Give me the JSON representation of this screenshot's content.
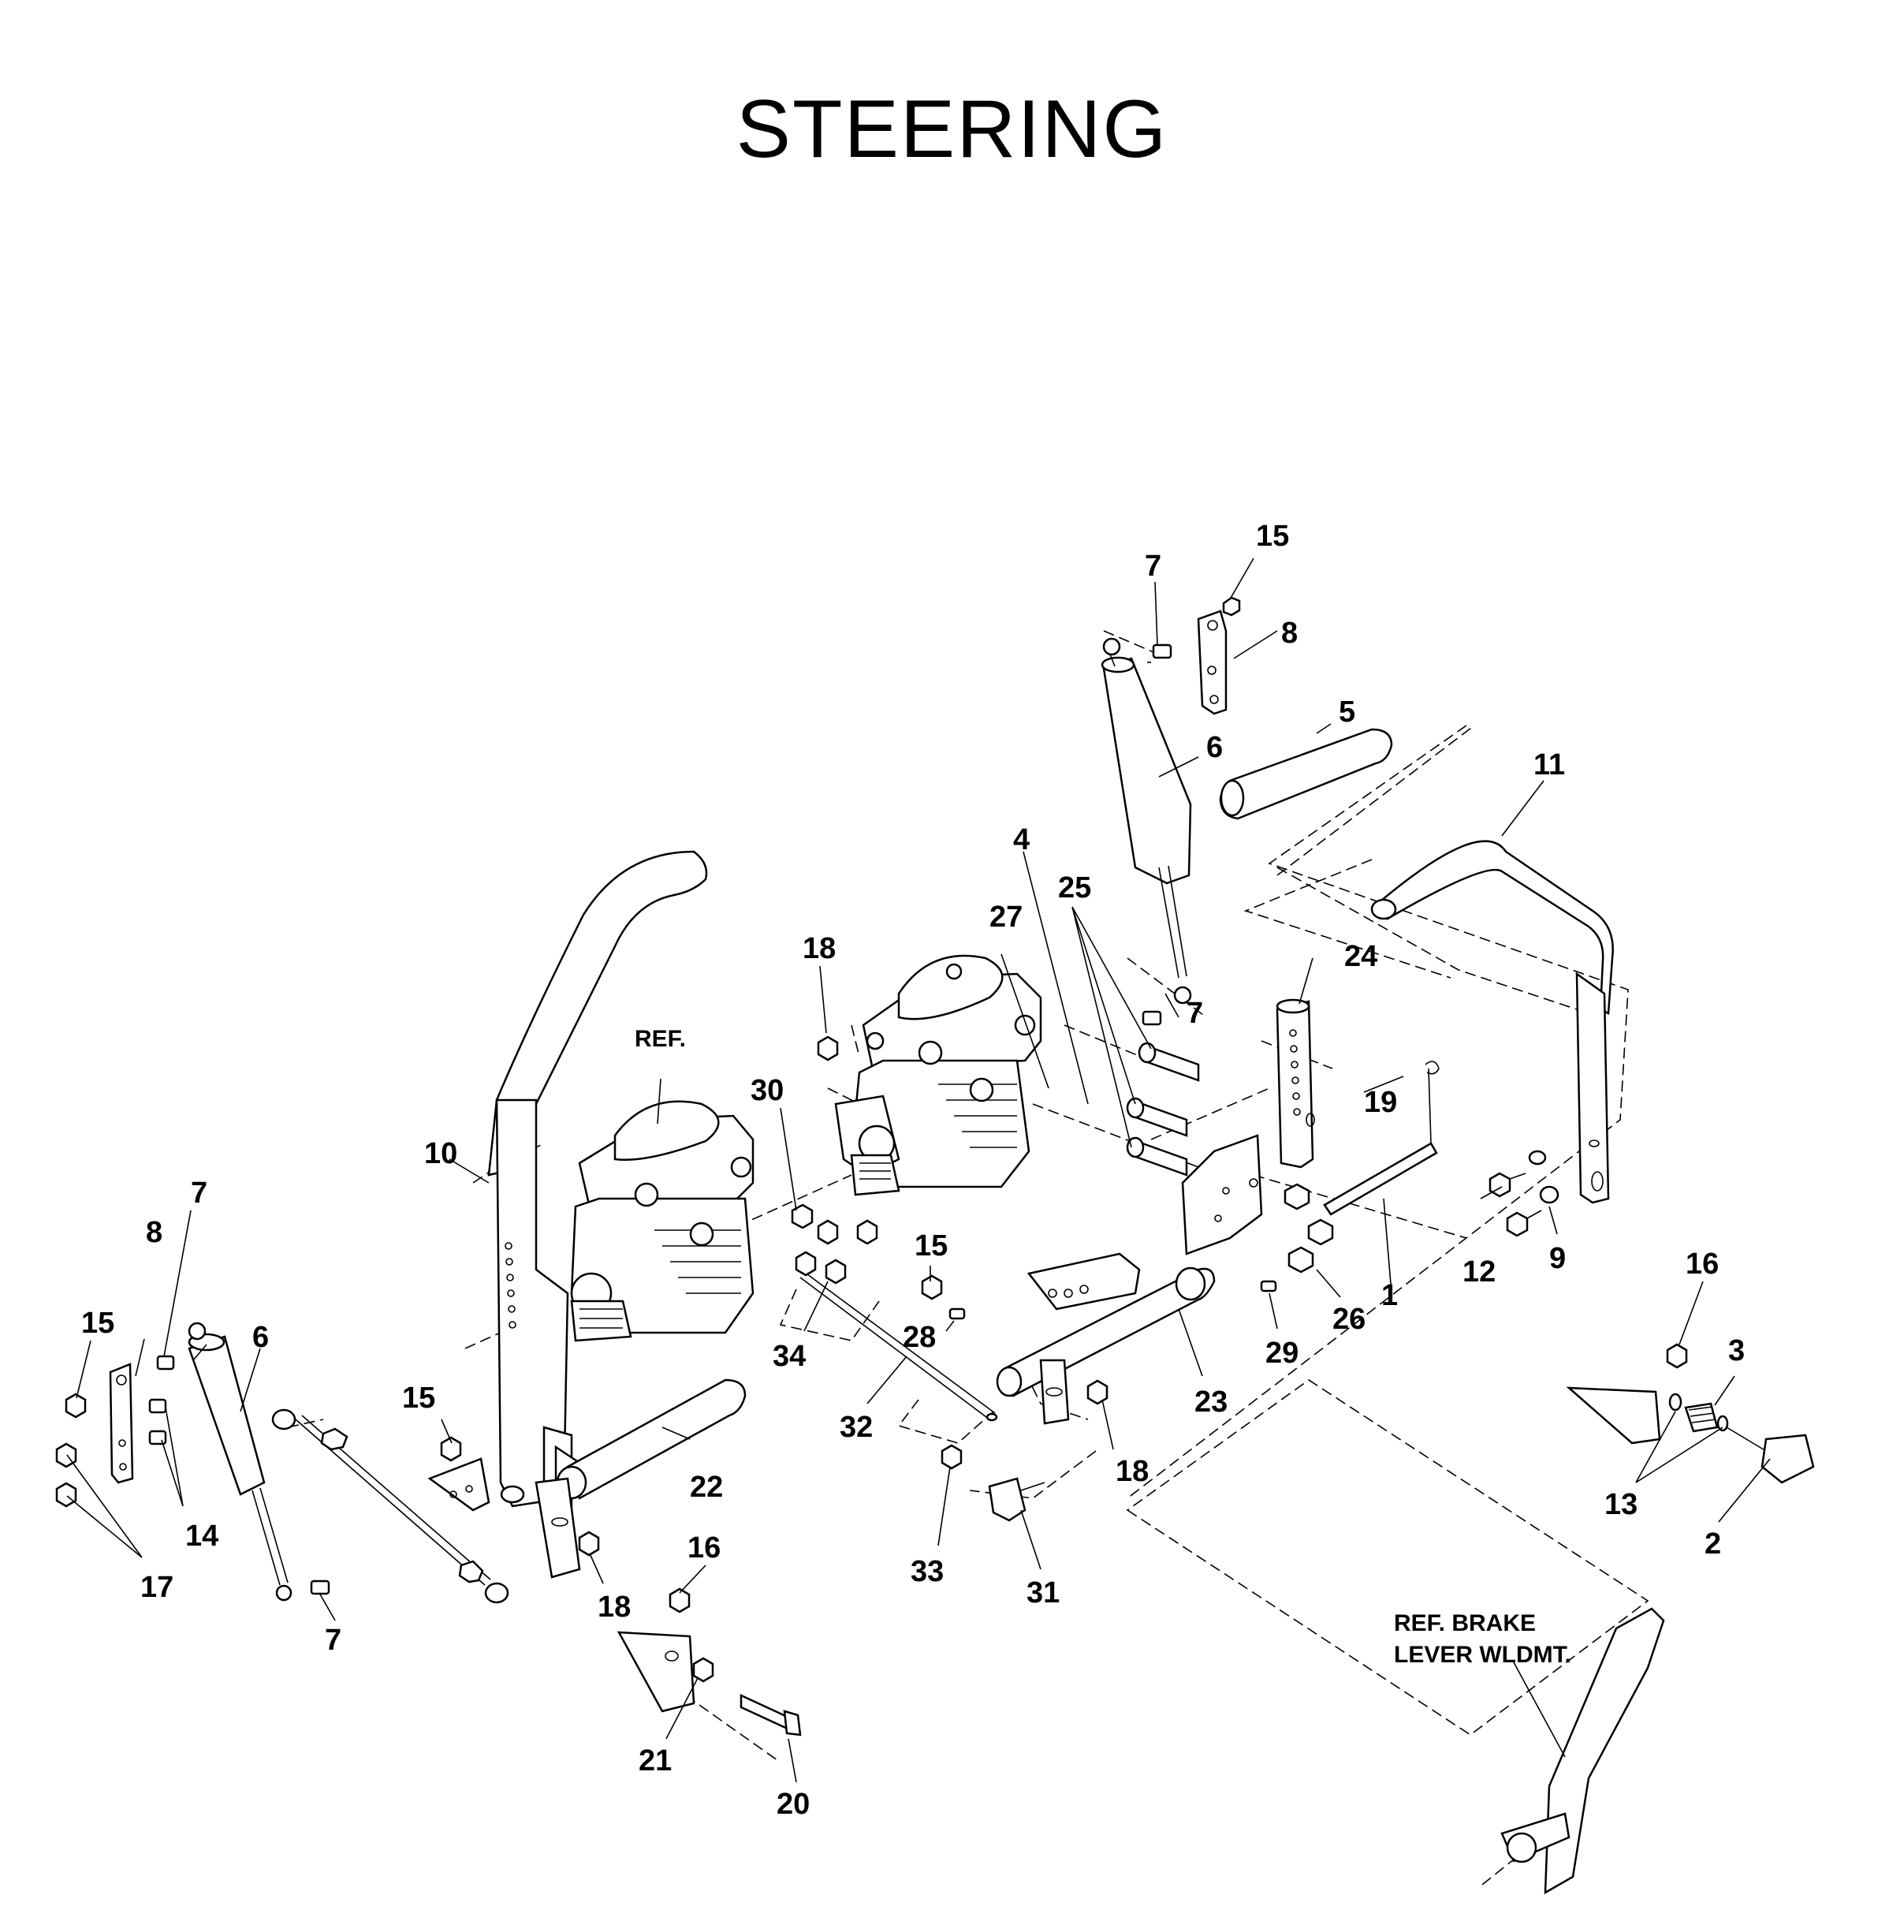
{
  "title": "STEERING",
  "references": {
    "pump": "REF.",
    "brake_line1": "REF. BRAKE",
    "brake_line2": "LEVER WLDMT."
  },
  "callouts": {
    "c1": "1",
    "c2": "2",
    "c3": "3",
    "c4": "4",
    "c5": "5",
    "c6a": "6",
    "c6b": "6",
    "c7a": "7",
    "c7b": "7",
    "c7c": "7",
    "c7d": "7",
    "c8a": "8",
    "c8b": "8",
    "c9": "9",
    "c10": "10",
    "c11": "11",
    "c12": "12",
    "c13": "13",
    "c14": "14",
    "c15a": "15",
    "c15b": "15",
    "c15c": "15",
    "c15d": "15",
    "c16a": "16",
    "c16b": "16",
    "c17": "17",
    "c18a": "18",
    "c18b": "18",
    "c18c": "18",
    "c19": "19",
    "c20": "20",
    "c21": "21",
    "c22": "22",
    "c23": "23",
    "c24": "24",
    "c25": "25",
    "c26": "26",
    "c27": "27",
    "c28": "28",
    "c29": "29",
    "c30": "30",
    "c31": "31",
    "c32": "32",
    "c33": "33",
    "c34": "34"
  }
}
